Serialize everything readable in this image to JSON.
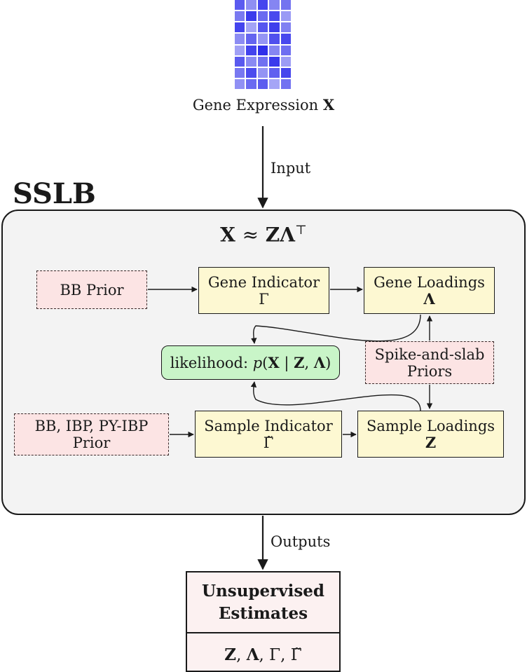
{
  "heatmap": {
    "label": "Gene Expression",
    "symbol": "X",
    "cells": [
      "#5b5bf0",
      "#8f8ff3",
      "#4646ee",
      "#8585f2",
      "#7474f0",
      "#7a7af1",
      "#3c3cec",
      "#6a6af0",
      "#4a4aee",
      "#9a9af5",
      "#4444ee",
      "#a3a3f6",
      "#5656ef",
      "#3e3eec",
      "#8080f2",
      "#8c8cf3",
      "#6464f0",
      "#9595f4",
      "#5050ee",
      "#4848ee",
      "#a0a0f5",
      "#4343ed",
      "#2f2fea",
      "#8686f2",
      "#6e6ef1",
      "#5a5aef",
      "#8a8af3",
      "#7070f1",
      "#3a3aec",
      "#9c9cf5",
      "#7878f1",
      "#4c4cee",
      "#9494f4",
      "#6060f0",
      "#4545ed",
      "#9090f4",
      "#6a6af1",
      "#5c5cef",
      "#a5a5f6",
      "#7272f1"
    ]
  },
  "arrows": {
    "input_label": "Input",
    "outputs_label": "Outputs"
  },
  "model": {
    "title": "SSLB",
    "equation": {
      "lhs": "X",
      "approx": "≈",
      "rhs": "ZΛ",
      "transpose": "⊤"
    },
    "nodes": {
      "bb_prior": "BB Prior",
      "gene_indicator": {
        "line1": "Gene Indicator",
        "line2": "Γ"
      },
      "gene_loadings": {
        "line1": "Gene Loadings",
        "line2": "Λ"
      },
      "likelihood": {
        "prefix": "likelihood: ",
        "p": "p",
        "open": "(",
        "x": "X",
        "bar": " | ",
        "z": "Z",
        "comma": ", ",
        "lam": "Λ",
        "close": ")"
      },
      "spike_slab": {
        "line1": "Spike-and-slab",
        "line2": "Priors"
      },
      "sample_prior": {
        "line1": "BB, IBP, PY-IBP",
        "line2": "Prior"
      },
      "sample_indicator": {
        "line1": "Sample Indicator",
        "line2": "Γ̃"
      },
      "sample_loadings": {
        "line1": "Sample Loadings",
        "line2": "Z"
      }
    }
  },
  "outputs": {
    "title_line1": "Unsupervised",
    "title_line2": "Estimates",
    "vars": {
      "z": "Z",
      "sep1": ", ",
      "lam": "Λ",
      "sep2": ", ",
      "gamma": "Γ",
      "sep3": ", ",
      "gamma_tilde": "Γ̃"
    }
  },
  "colors": {
    "dashed_fill": "#fce4e4",
    "indicator_fill": "#fdf8d2",
    "likelihood_fill": "#c9f5c8",
    "panel_fill": "#f3f3f3",
    "output_fill": "#fcf1f1"
  }
}
